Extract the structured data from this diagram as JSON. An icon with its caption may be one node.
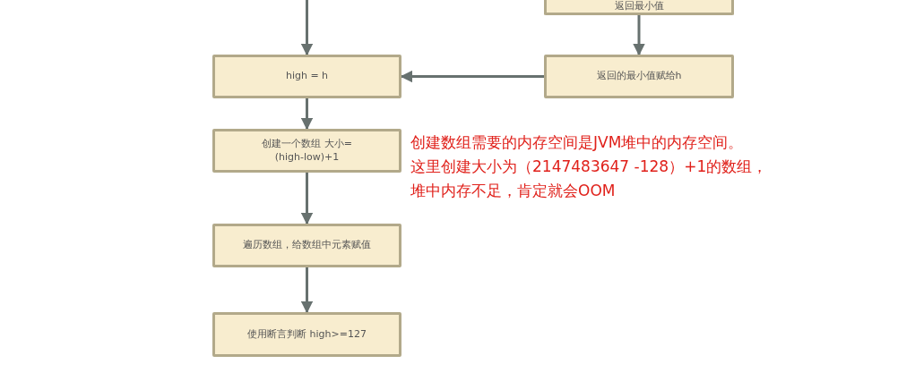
{
  "diagram": {
    "nodes": [
      {
        "text": [
          "返回最小值"
        ]
      },
      {
        "text": [
          "high = h"
        ]
      },
      {
        "text": [
          "返回的最小值赋给h"
        ]
      },
      {
        "text": [
          "创建一个数组 大小=(high-low)+1"
        ]
      },
      {
        "text": [
          "遍历数组，给数组中元素赋值"
        ]
      },
      {
        "text": [
          "使用断言判断 high>=127"
        ]
      }
    ],
    "edges": [
      {
        "from": null,
        "to": 1,
        "arrow": "to"
      },
      {
        "from": 0,
        "to": 2,
        "arrow": "to"
      },
      {
        "from": 2,
        "to": 1,
        "arrow": "to"
      },
      {
        "from": 1,
        "to": 3,
        "arrow": "to"
      },
      {
        "from": 3,
        "to": 4,
        "arrow": "to"
      },
      {
        "from": 4,
        "to": 5,
        "arrow": "to"
      }
    ],
    "labels": [
      "创建数组需要的内存空间是JVM堆中的内存空间。",
      "这里创建大小为（2147483647 -128）+1的数组，",
      "堆中内存不足，肯定就会OOM"
    ]
  }
}
